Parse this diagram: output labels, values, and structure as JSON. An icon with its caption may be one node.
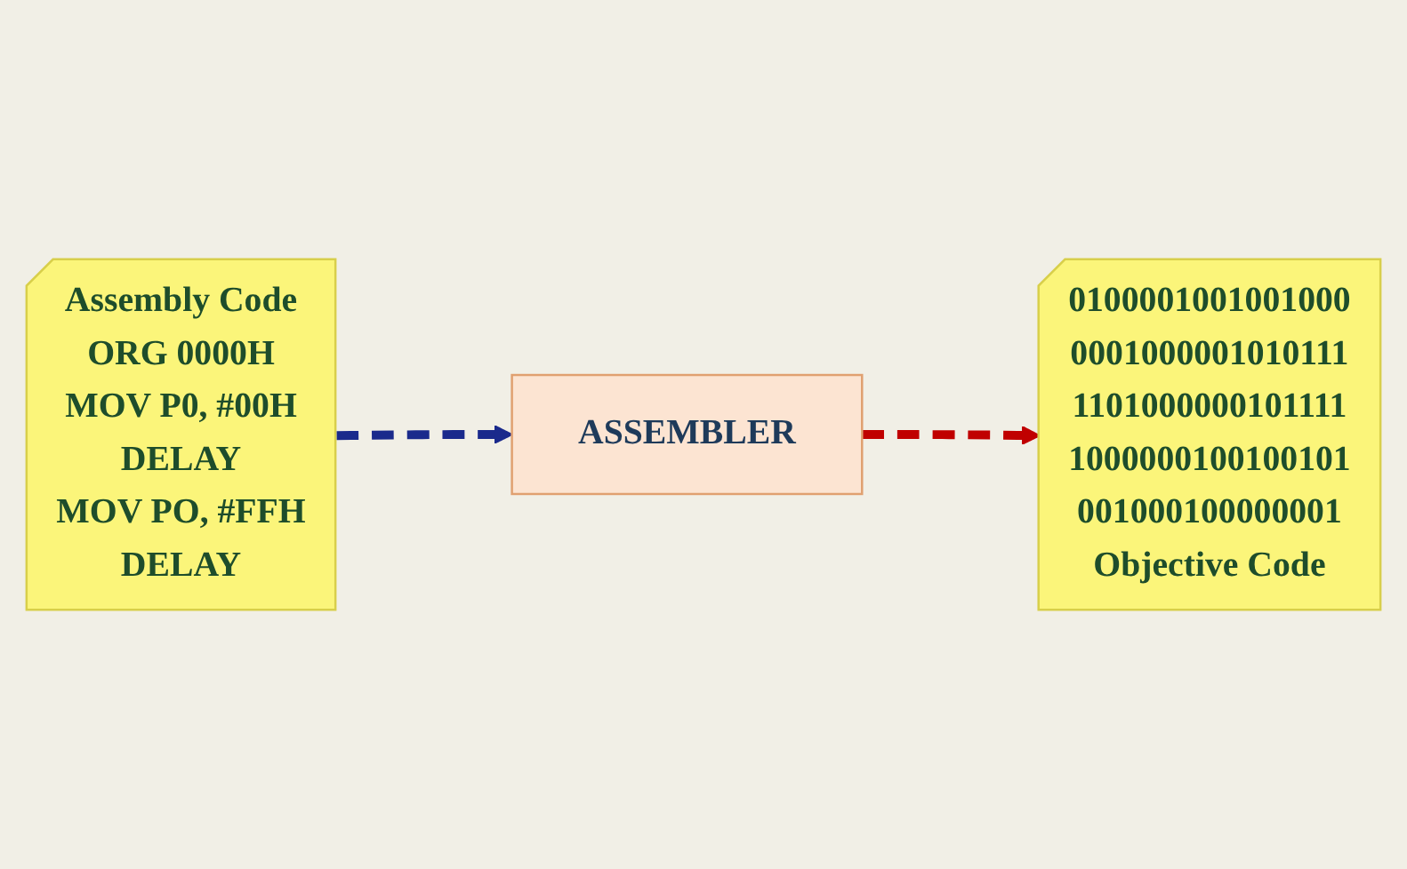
{
  "diagram": {
    "nodes": [
      {
        "text": [
          "Assembly Code",
          "ORG 0000H",
          "MOV P0, #00H",
          "DELAY",
          "MOV PO, #FFH",
          "DELAY"
        ]
      },
      {
        "text": [
          "ASSEMBLER"
        ]
      },
      {
        "text": [
          "0100001001001000",
          "0001000001010111",
          "1101000000101111",
          "1000000100100101",
          "001000100000001",
          "Objective Code"
        ]
      }
    ],
    "edges": [
      {
        "from": 0,
        "to": 1,
        "arrow": "to",
        "style": "dashed",
        "color": "#1a2a8c"
      },
      {
        "from": 1,
        "to": 2,
        "arrow": "to",
        "style": "dashed",
        "color": "#c00000"
      }
    ]
  }
}
